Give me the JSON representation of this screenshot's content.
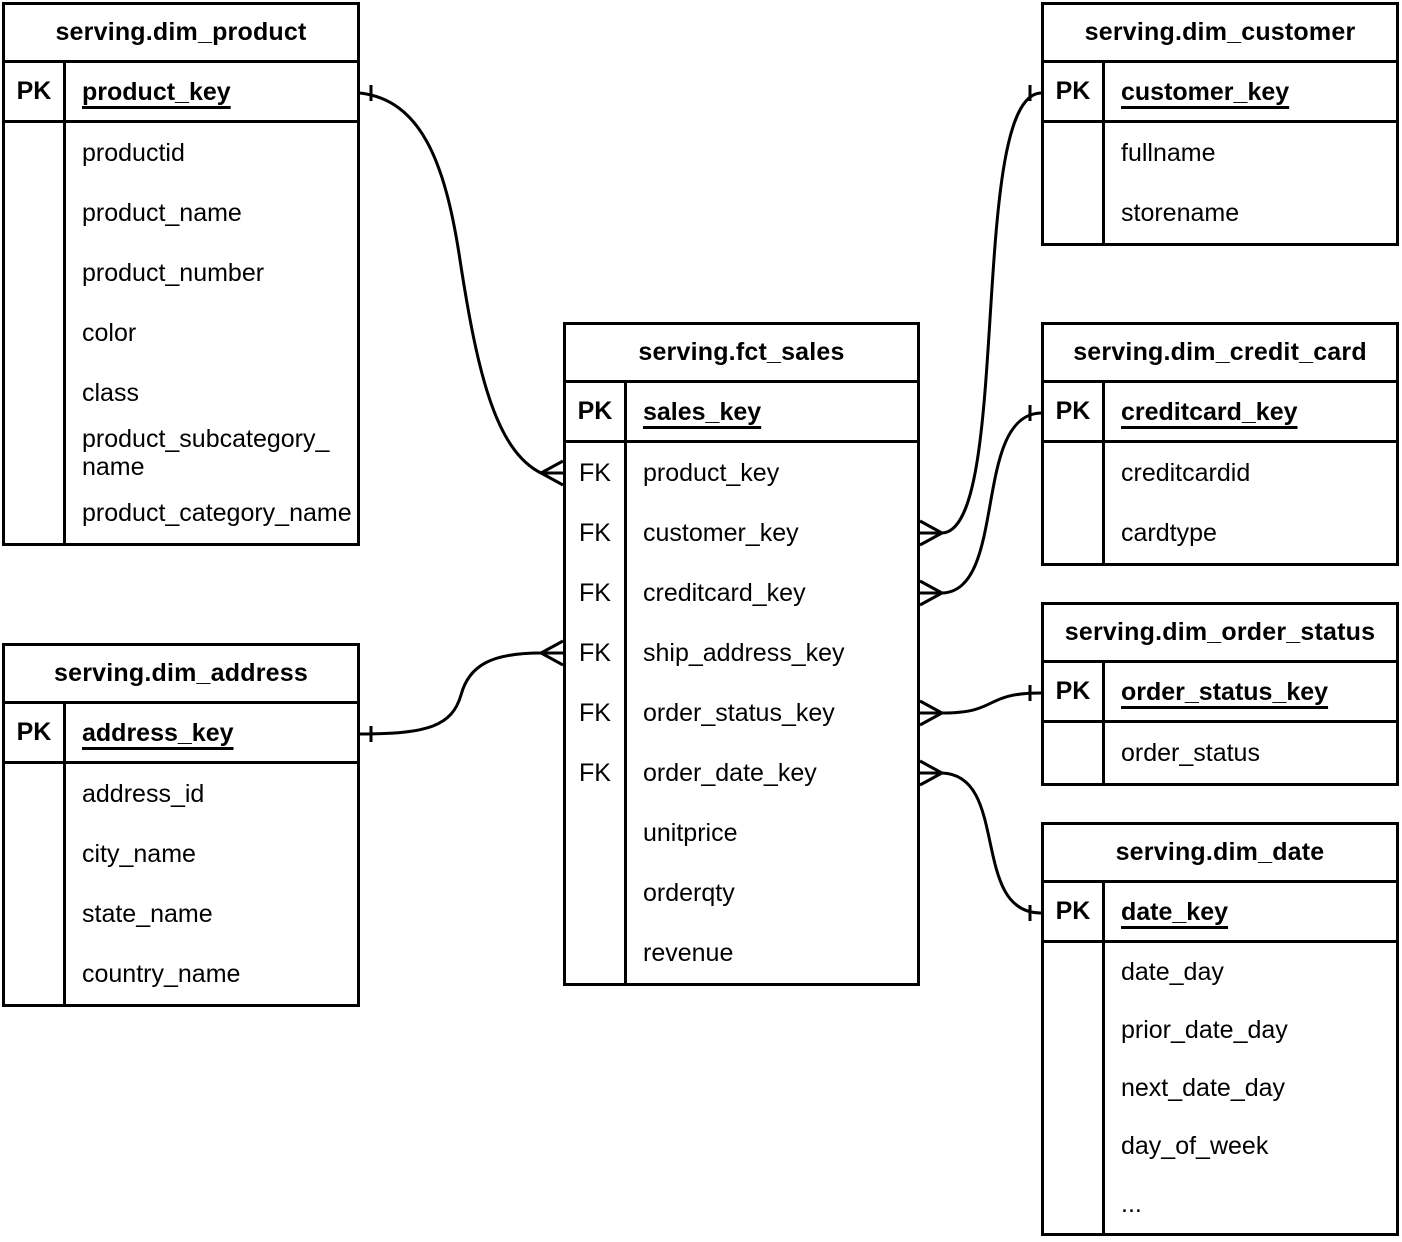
{
  "diagram": {
    "background_color": "#ffffff",
    "line_color": "#000000",
    "notation": "crow-foot",
    "entities": [
      {
        "id": "fct_sales",
        "title": "serving.fct_sales",
        "primary_key": {
          "label": "PK",
          "name": "sales_key"
        },
        "fields": [
          {
            "label": "FK",
            "name": "product_key"
          },
          {
            "label": "FK",
            "name": "customer_key"
          },
          {
            "label": "FK",
            "name": "creditcard_key"
          },
          {
            "label": "FK",
            "name": "ship_address_key"
          },
          {
            "label": "FK",
            "name": "order_status_key"
          },
          {
            "label": "FK",
            "name": "order_date_key"
          },
          {
            "label": "",
            "name": "unitprice"
          },
          {
            "label": "",
            "name": "orderqty"
          },
          {
            "label": "",
            "name": "revenue"
          }
        ]
      },
      {
        "id": "dim_product",
        "title": "serving.dim_product",
        "primary_key": {
          "label": "PK",
          "name": "product_key"
        },
        "fields": [
          {
            "label": "",
            "name": "productid"
          },
          {
            "label": "",
            "name": "product_name"
          },
          {
            "label": "",
            "name": "product_number"
          },
          {
            "label": "",
            "name": "color"
          },
          {
            "label": "",
            "name": "class"
          },
          {
            "label": "",
            "name": "product_subcategory_name"
          },
          {
            "label": "",
            "name": "product_category_name"
          }
        ]
      },
      {
        "id": "dim_address",
        "title": "serving.dim_address",
        "primary_key": {
          "label": "PK",
          "name": "address_key"
        },
        "fields": [
          {
            "label": "",
            "name": "address_id"
          },
          {
            "label": "",
            "name": "city_name"
          },
          {
            "label": "",
            "name": "state_name"
          },
          {
            "label": "",
            "name": "country_name"
          }
        ]
      },
      {
        "id": "dim_customer",
        "title": "serving.dim_customer",
        "primary_key": {
          "label": "PK",
          "name": "customer_key"
        },
        "fields": [
          {
            "label": "",
            "name": "fullname"
          },
          {
            "label": "",
            "name": "storename"
          }
        ]
      },
      {
        "id": "dim_credit_card",
        "title": "serving.dim_credit_card",
        "primary_key": {
          "label": "PK",
          "name": "creditcard_key"
        },
        "fields": [
          {
            "label": "",
            "name": "creditcardid"
          },
          {
            "label": "",
            "name": "cardtype"
          }
        ]
      },
      {
        "id": "dim_order_status",
        "title": "serving.dim_order_status",
        "primary_key": {
          "label": "PK",
          "name": "order_status_key"
        },
        "fields": [
          {
            "label": "",
            "name": "order_status"
          }
        ]
      },
      {
        "id": "dim_date",
        "title": "serving.dim_date",
        "primary_key": {
          "label": "PK",
          "name": "date_key"
        },
        "fields": [
          {
            "label": "",
            "name": "date_day"
          },
          {
            "label": "",
            "name": "prior_date_day"
          },
          {
            "label": "",
            "name": "next_date_day"
          },
          {
            "label": "",
            "name": "day_of_week"
          },
          {
            "label": "",
            "name": "..."
          }
        ]
      }
    ],
    "relationships": [
      {
        "one_entity": "serving.dim_product",
        "one_field": "product_key",
        "many_entity": "serving.fct_sales",
        "many_field": "product_key"
      },
      {
        "one_entity": "serving.dim_address",
        "one_field": "address_key",
        "many_entity": "serving.fct_sales",
        "many_field": "ship_address_key"
      },
      {
        "one_entity": "serving.dim_customer",
        "one_field": "customer_key",
        "many_entity": "serving.fct_sales",
        "many_field": "customer_key"
      },
      {
        "one_entity": "serving.dim_credit_card",
        "one_field": "creditcard_key",
        "many_entity": "serving.fct_sales",
        "many_field": "creditcard_key"
      },
      {
        "one_entity": "serving.dim_order_status",
        "one_field": "order_status_key",
        "many_entity": "serving.fct_sales",
        "many_field": "order_status_key"
      },
      {
        "one_entity": "serving.dim_date",
        "one_field": "date_key",
        "many_entity": "serving.fct_sales",
        "many_field": "order_date_key"
      }
    ]
  }
}
